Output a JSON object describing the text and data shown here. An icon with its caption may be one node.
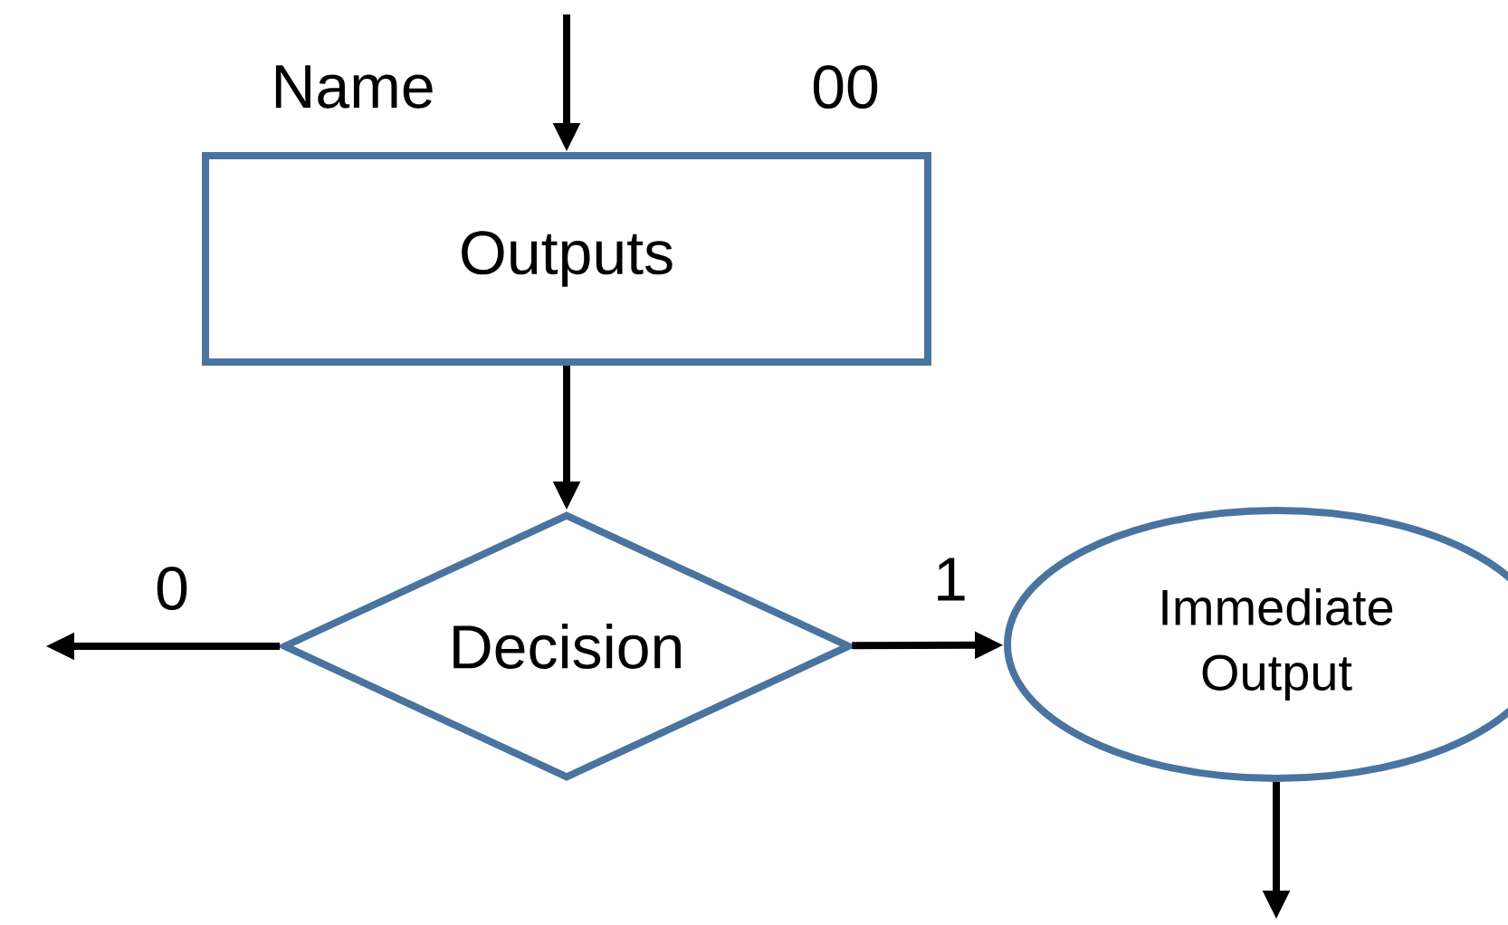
{
  "diagram": {
    "nodes": [
      {
        "text": [
          "Outputs"
        ],
        "beside": [
          "Name",
          "00"
        ]
      },
      {
        "text": [
          "Decision"
        ]
      },
      {
        "text": [
          "Immediate Output"
        ]
      }
    ],
    "edges": [
      {
        "from": null,
        "to": 0,
        "arrow": "to"
      },
      {
        "from": 0,
        "to": 1,
        "arrow": "to"
      },
      {
        "from": 1,
        "to": null,
        "arrow": "to",
        "label": "0"
      },
      {
        "from": 1,
        "to": 2,
        "arrow": "to",
        "label": "1"
      },
      {
        "from": 2,
        "to": null,
        "arrow": "to"
      }
    ]
  }
}
